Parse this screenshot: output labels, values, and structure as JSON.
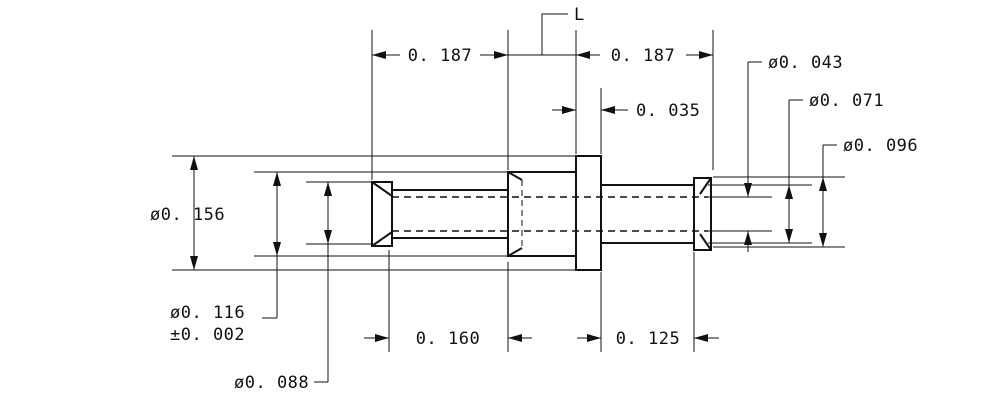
{
  "dimensions": {
    "left_length": "0. 187",
    "right_length": "0. 187",
    "flange_thickness": "0. 035",
    "left_bottom_length": "0. 160",
    "right_bottom_length": "0. 125",
    "dia_outer": "ø0. 156",
    "dia_body_line1": "ø0. 116",
    "dia_body_line2": "±0. 002",
    "dia_left_bore": "ø0. 088",
    "dia_right_small": "ø0. 043",
    "dia_right_mid": "ø0. 071",
    "dia_right_outer": "ø0. 096"
  },
  "callout_label": "L"
}
